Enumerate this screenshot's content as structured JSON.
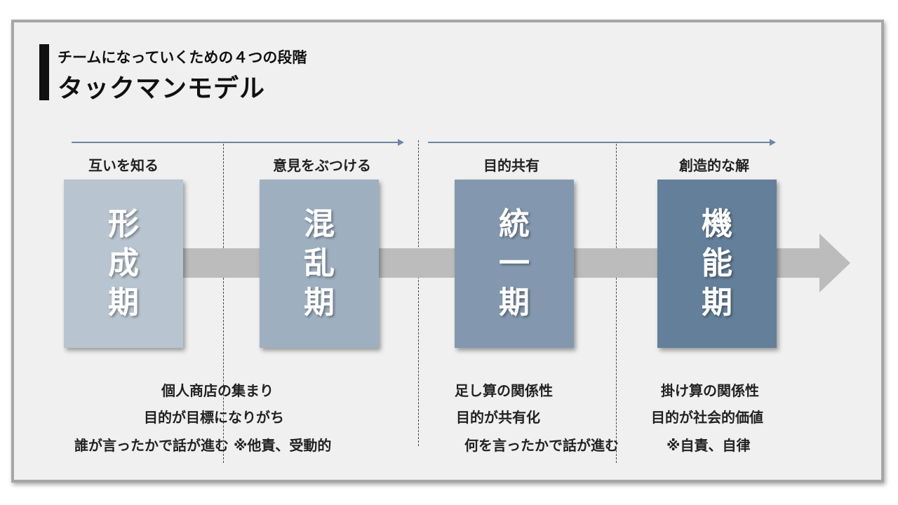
{
  "subtitle": "チームになっていくための４つの段階",
  "title": "タックマンモデル",
  "stages": [
    {
      "label": "互いを知る",
      "chars": [
        "形",
        "成",
        "期"
      ],
      "color": "#b8c4cf"
    },
    {
      "label": "意見をぶつける",
      "chars": [
        "混",
        "乱",
        "期"
      ],
      "color": "#9eafc0"
    },
    {
      "label": "目的共有",
      "chars": [
        "統",
        "一",
        "期"
      ],
      "color": "#8398ae"
    },
    {
      "label": "創造的な解",
      "chars": [
        "機",
        "能",
        "期"
      ],
      "color": "#647f99"
    }
  ],
  "descriptions": {
    "left": [
      "個人商店の集まり",
      "目的が目標になりがち",
      "誰が言ったかで話が進む ※他責、受動的"
    ],
    "middle": [
      "足し算の関係性",
      "目的が共有化",
      "何を言ったかで話が進む"
    ],
    "right": [
      "掛け算の関係性",
      "目的が社会的価値",
      "※自責、自律"
    ]
  }
}
